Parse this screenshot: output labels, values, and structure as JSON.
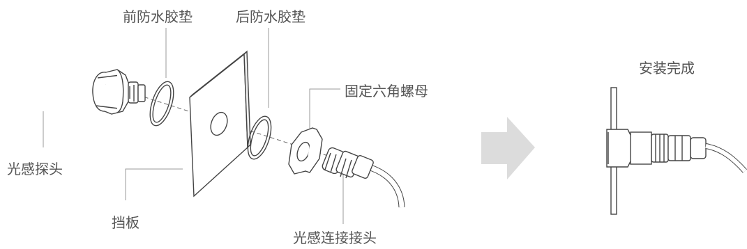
{
  "labels": {
    "front_gasket": "前防水胶垫",
    "rear_gasket": "后防水胶垫",
    "hex_nut": "固定六角螺母",
    "sensor_probe": "光感探头",
    "baffle": "挡板",
    "connector": "光感连接接头",
    "complete": "安装完成"
  },
  "colors": {
    "text": "#555555",
    "line": "#444444",
    "leader": "#9a9a9a",
    "arrow": "#dcdcdc"
  }
}
